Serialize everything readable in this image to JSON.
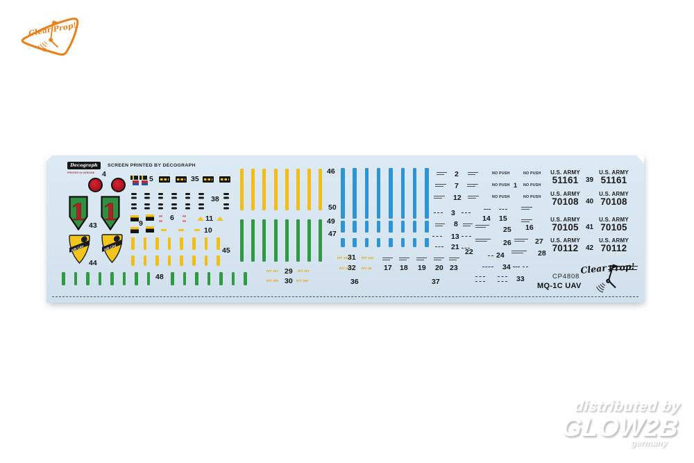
{
  "brand": {
    "name": "Clear Prop!",
    "logo_color": "#E8821E"
  },
  "watermark": {
    "line1": "distributed by",
    "line2": "GLOW2B",
    "line3": "germany"
  },
  "sheet": {
    "bg_color": "#D9E6F1",
    "printer": {
      "logo": "Decograph",
      "origin": "PRINTED IN UKRAINE",
      "note": "SCREEN PRINTED BY DECOGRAPH"
    },
    "product": {
      "code": "CP4808",
      "name": "MQ-1C UAV",
      "brand": "Clear Prop!"
    },
    "no_push": "NO PUSH",
    "rt": {
      "r307": "R/T 307",
      "r305": "R/T 305",
      "r325": "R/T 325",
      "r36": "R/T 36"
    },
    "patches": {
      "infantry_numeral": "1",
      "air_cav": "AIR CAV"
    },
    "us_army": {
      "title": "U.S. ARMY",
      "rows": [
        {
          "serial": "51161",
          "between": "39"
        },
        {
          "serial": "70108",
          "between": "40"
        },
        {
          "serial": "70105",
          "between": "41"
        },
        {
          "serial": "70112",
          "between": "42"
        }
      ]
    },
    "labels": {
      "n1": "1",
      "n2": "2",
      "n3": "3",
      "n4": "4",
      "n5": "5",
      "n6": "6",
      "n7": "7",
      "n8": "8",
      "n9": "9",
      "n10": "10",
      "n11": "11",
      "n12": "12",
      "n13": "13",
      "n14": "14",
      "n15": "15",
      "n16": "16",
      "n17": "17",
      "n18": "18",
      "n19": "19",
      "n20": "20",
      "n21": "21",
      "n22": "22",
      "n23": "23",
      "n24": "24",
      "n25": "25",
      "n26": "26",
      "n27": "27",
      "n28": "28",
      "n29": "29",
      "n30": "30",
      "n31": "31",
      "n32": "32",
      "n33": "33",
      "n34": "34",
      "n35": "35",
      "n36": "36",
      "n37": "37",
      "n38": "38",
      "n43": "43",
      "n44": "44",
      "n45": "45",
      "n46": "46",
      "n47": "47",
      "n48": "48",
      "n49": "49",
      "n50": "50"
    },
    "stripes": {
      "yellow_bars": {
        "count": 8,
        "color": "#F2BE16"
      },
      "green_bars": {
        "count": 8,
        "color": "#2F9B41"
      },
      "blue_bars": {
        "count": 8,
        "color": "#2E94D8"
      },
      "blue_ticks_a": {
        "count": 8,
        "color": "#2E94D8"
      },
      "blue_ticks_b": {
        "count": 8,
        "color": "#2E94D8"
      },
      "yellow_ticks_a": {
        "count": 8,
        "color": "#F2BE16"
      },
      "yellow_ticks_b": {
        "count": 8,
        "color": "#F2BE16"
      },
      "green_ticks_a": {
        "count": 8,
        "color": "#2F9B41"
      },
      "green_ticks_b": {
        "count": 7,
        "color": "#2F9B41"
      },
      "black_pairs": {
        "count": 6,
        "color": "#161616"
      },
      "black_pair_single": {
        "count": 1,
        "color": "#161616"
      }
    }
  }
}
